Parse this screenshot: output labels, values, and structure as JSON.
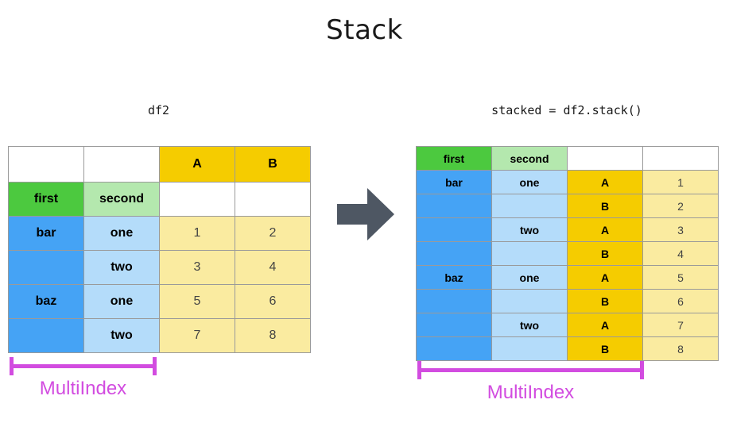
{
  "title": "Stack",
  "colors": {
    "green": "#4cc93f",
    "light_green": "#b4e8ae",
    "blue": "#45a3f5",
    "light_blue": "#b4dcfa",
    "gold": "#f5cc00",
    "light_yellow": "#faeba0",
    "arrow": "#4e5763",
    "multiindex": "#d24ce0",
    "border": "#9a9a9a"
  },
  "left": {
    "label": "df2",
    "multiindex_label": "MultiIndex",
    "column_headers": [
      "",
      "",
      "A",
      "B"
    ],
    "index_names": [
      "first",
      "second"
    ],
    "rows": [
      {
        "first": "bar",
        "second": "one",
        "A": "1",
        "B": "2"
      },
      {
        "first": "",
        "second": "two",
        "A": "3",
        "B": "4"
      },
      {
        "first": "baz",
        "second": "one",
        "A": "5",
        "B": "6"
      },
      {
        "first": "",
        "second": "two",
        "A": "7",
        "B": "8"
      }
    ]
  },
  "right": {
    "label": "stacked = df2.stack()",
    "multiindex_label": "MultiIndex",
    "header": [
      "first",
      "second",
      "",
      ""
    ],
    "rows": [
      {
        "first": "bar",
        "second": "one",
        "level": "A",
        "value": "1"
      },
      {
        "first": "",
        "second": "",
        "level": "B",
        "value": "2"
      },
      {
        "first": "",
        "second": "two",
        "level": "A",
        "value": "3"
      },
      {
        "first": "",
        "second": "",
        "level": "B",
        "value": "4"
      },
      {
        "first": "baz",
        "second": "one",
        "level": "A",
        "value": "5"
      },
      {
        "first": "",
        "second": "",
        "level": "B",
        "value": "6"
      },
      {
        "first": "",
        "second": "two",
        "level": "A",
        "value": "7"
      },
      {
        "first": "",
        "second": "",
        "level": "B",
        "value": "8"
      }
    ]
  },
  "arrow": {
    "name": "right-arrow"
  }
}
